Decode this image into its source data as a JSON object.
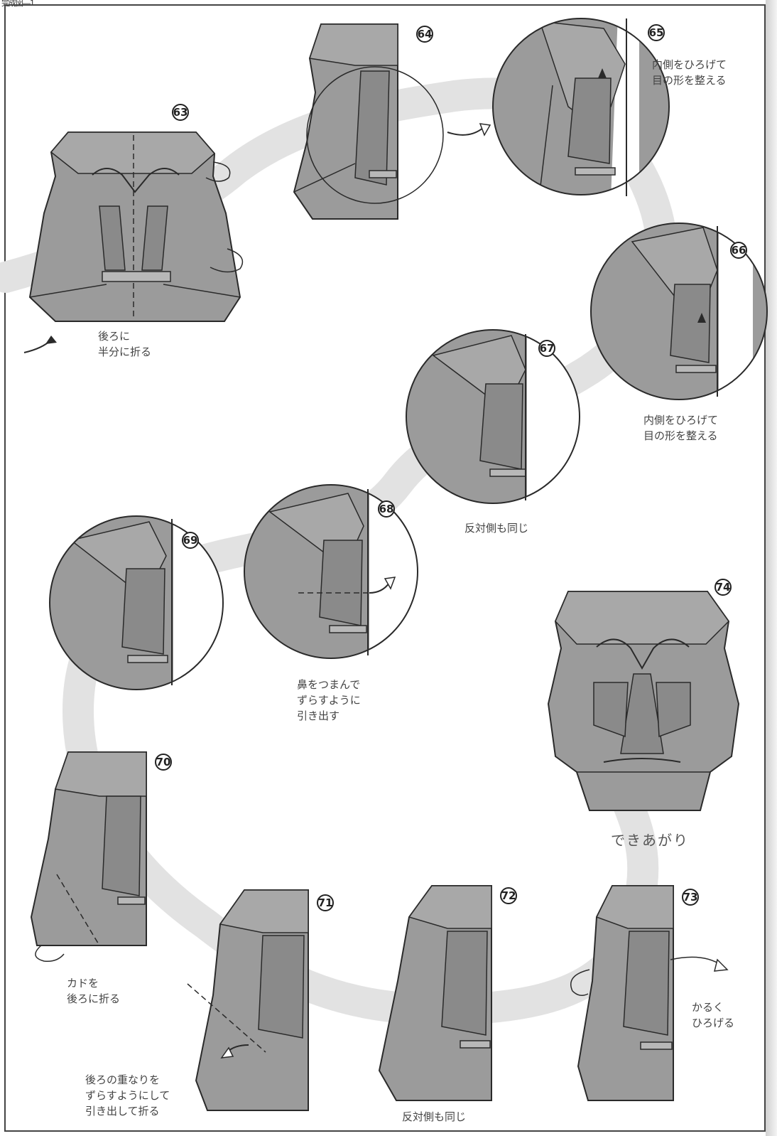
{
  "header_text": "完成図―1",
  "steps": [
    {
      "num": "63",
      "instruction": "後ろに\n半分に折る"
    },
    {
      "num": "64",
      "instruction": ""
    },
    {
      "num": "65",
      "instruction": "内側をひろげて\n目の形を整える"
    },
    {
      "num": "66",
      "instruction": "内側をひろげて\n目の形を整える"
    },
    {
      "num": "67",
      "instruction": "反対側も同じ"
    },
    {
      "num": "68",
      "instruction": "鼻をつまんで\nずらすように\n引き出す"
    },
    {
      "num": "69",
      "instruction": ""
    },
    {
      "num": "70",
      "instruction": "カドを\n後ろに折る"
    },
    {
      "num": "71",
      "instruction": "後ろの重なりを\nずらすようにして\n引き出して折る"
    },
    {
      "num": "72",
      "instruction": "反対側も同じ"
    },
    {
      "num": "73",
      "instruction": "かるく\nひろげる"
    },
    {
      "num": "74",
      "instruction": "できあがり"
    }
  ],
  "colors": {
    "paper_fill": "#9b9b9b",
    "paper_light": "#b4b4b4",
    "line": "#2a2a2a",
    "path_band": "#e2e2e2"
  }
}
